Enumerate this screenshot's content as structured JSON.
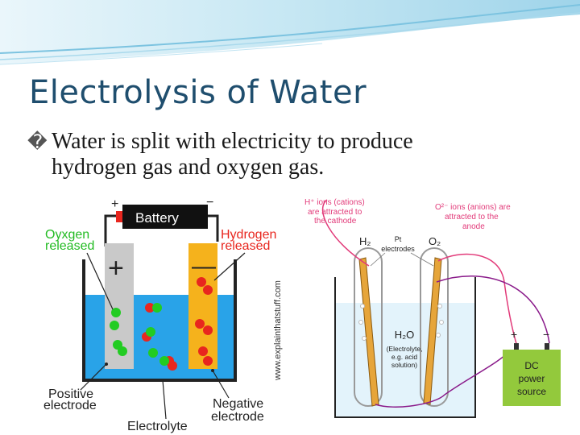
{
  "slide": {
    "title": "Electrolysis of Water",
    "bullet_glyph": "�",
    "bullet_line1": "Water is split with electricity to produce",
    "bullet_line2": "hydrogen gas and oxygen gas."
  },
  "left_diagram": {
    "plus": "+",
    "minus": "−",
    "battery": "Battery",
    "oxygen_line1": "Oyxgen",
    "oxygen_line2": "released",
    "hydrogen_line1": "Hydrogen",
    "hydrogen_line2": "released",
    "electrode_plus": "+",
    "electrode_minus": "—",
    "website": "www.explainthatstuff.com",
    "positive_line1": "Positive",
    "positive_line2": "electrode",
    "negative_line1": "Negative",
    "negative_line2": "electrode",
    "electrolyte": "Electrolyte"
  },
  "right_diagram": {
    "cation_head": "H⁺ ions (cations)",
    "cation_line2": "are attracted to",
    "cation_line3": "the cathode",
    "anion_head": "O²⁻ ions (anions) are",
    "anion_line2": "attracted to the",
    "anion_line3": "anode",
    "h2": "H₂",
    "o2": "O₂",
    "pt_line1": "Pt",
    "pt_line2": "electrodes",
    "h2o": "H₂O",
    "elec_line1": "(Electrolyte,",
    "elec_line2": "e.g. acid",
    "elec_line3": "solution)",
    "plus": "+",
    "minus": "−",
    "dc_line1": "DC",
    "dc_line2": "power",
    "dc_line3": "source"
  },
  "colors": {
    "title": "#1f4e6e",
    "water": "#29a3e8",
    "oxygen_bubble": "#22cc22",
    "hydrogen_bubble": "#e8261e",
    "positive_electrode": "#c9c9c9",
    "negative_electrode": "#f5b21c",
    "label_red": "#e8261e",
    "label_green": "#22bb22",
    "label_pink": "#e23b7a",
    "dc_box": "#93c93c"
  }
}
